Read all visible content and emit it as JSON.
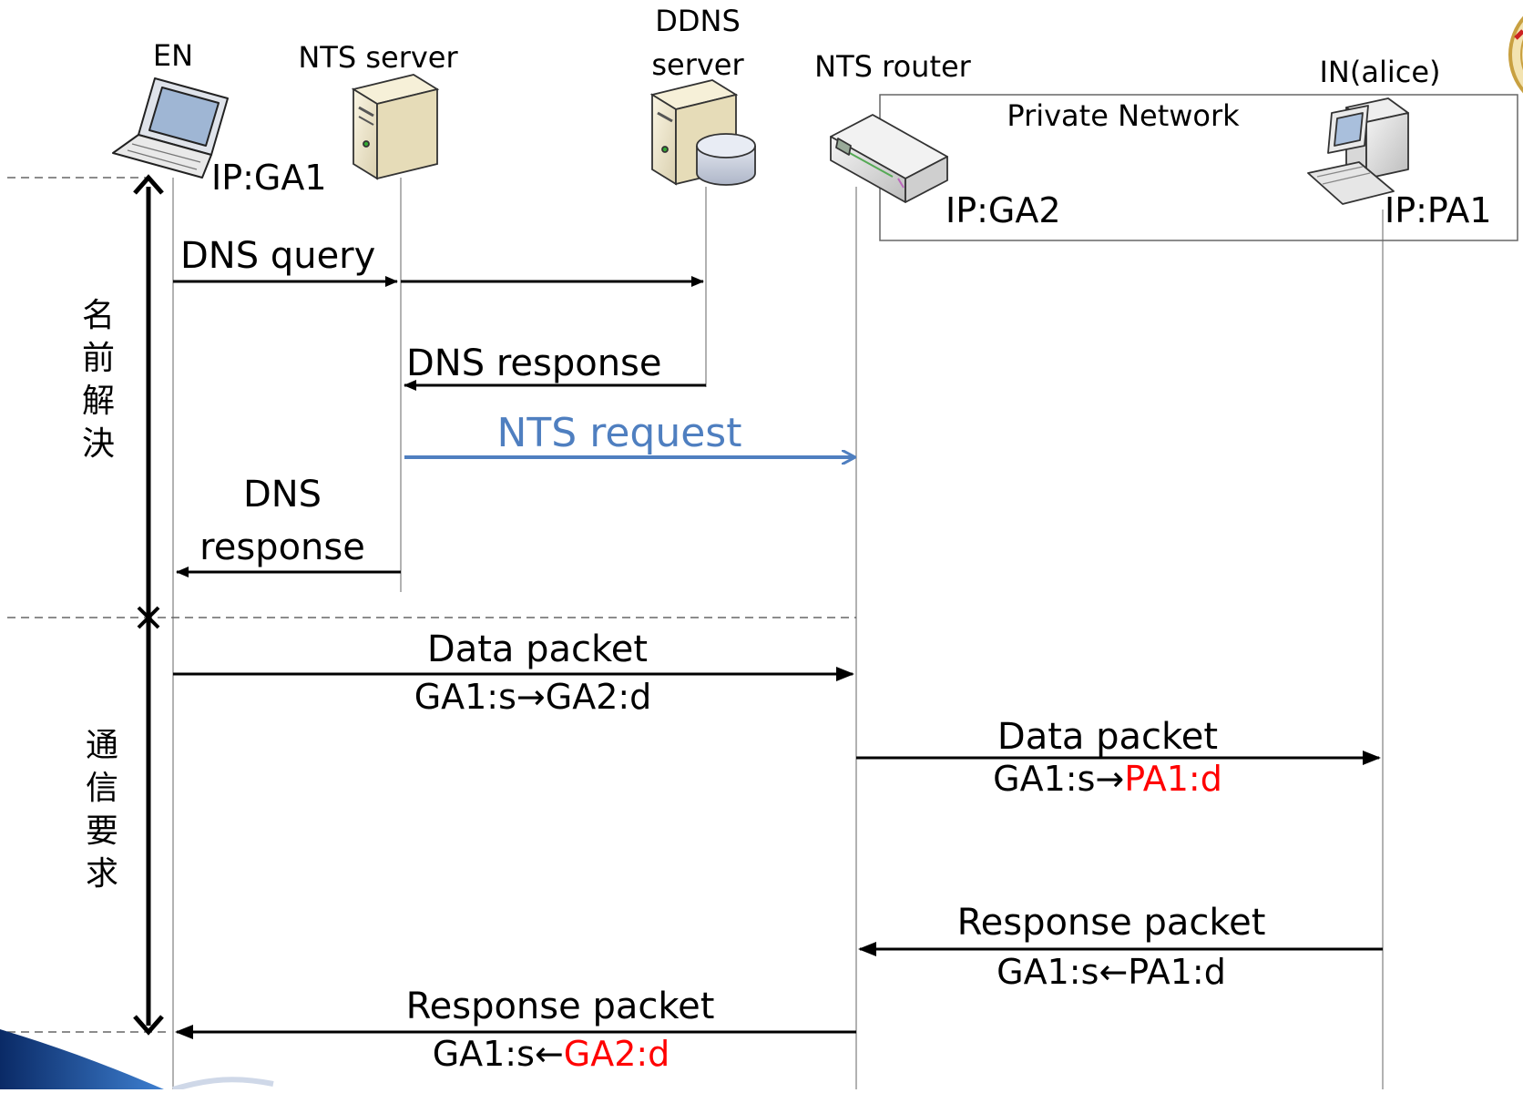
{
  "participants": {
    "en": "EN",
    "nts_server": "NTS server",
    "ddns_line1": "DDNS",
    "ddns_line2": "server",
    "nts_router": "NTS router",
    "in_alice": "IN(alice)"
  },
  "private_network": "Private Network",
  "ip": {
    "en": "IP:GA1",
    "router": "IP:GA2",
    "alice": "IP:PA1"
  },
  "phases": {
    "name_resolution": [
      "名",
      "前",
      "解",
      "決"
    ],
    "communication": [
      "通",
      "信",
      "要",
      "求"
    ]
  },
  "messages": {
    "dns_query": "DNS query",
    "dns_response_1": "DNS response",
    "nts_request": "NTS request",
    "dns_response_2_line1": "DNS",
    "dns_response_2_line2": "response",
    "data_packet_1": "Data packet",
    "data_packet_1_src": "GA1:s→",
    "data_packet_1_dst": "GA2:d",
    "data_packet_2": "Data packet",
    "data_packet_2_src": "GA1:s→",
    "data_packet_2_dst": "PA1:d",
    "response_packet_1": "Response packet",
    "response_packet_1_src": "GA1:s←",
    "response_packet_1_dst": "PA1:d",
    "response_packet_2": "Response packet",
    "response_packet_2_src": "GA1:s←",
    "response_packet_2_dst": "GA2:d"
  },
  "colors": {
    "highlight_red": "#ff0000",
    "nts_blue": "#4f7fc0",
    "line": "#000000",
    "lifeline": "#999999"
  }
}
